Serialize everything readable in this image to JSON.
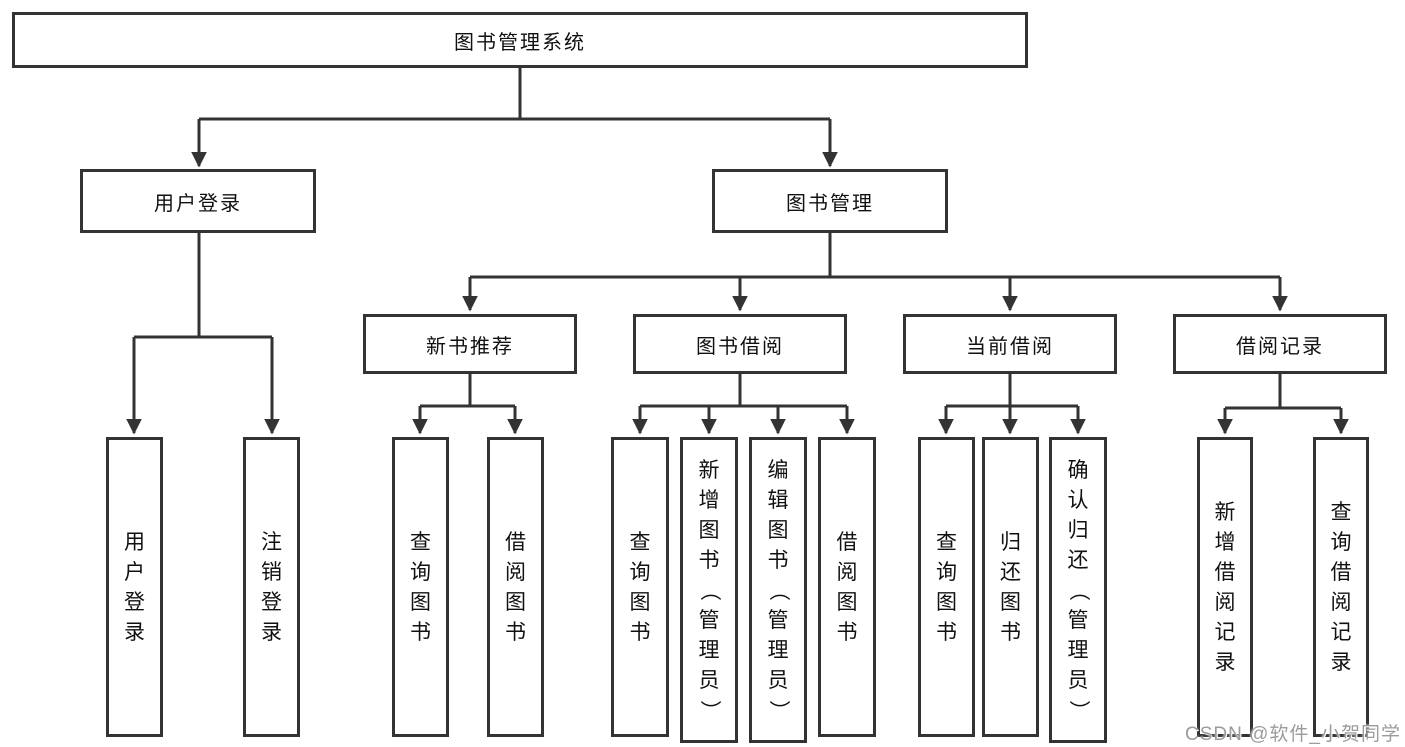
{
  "colors": {
    "line": "#333333",
    "box_border": "#333333",
    "text": "#111111",
    "watermark": "#9c9c9c",
    "background": "#ffffff"
  },
  "diagram": {
    "title": "图书管理系统",
    "branches": {
      "login": {
        "label": "用户登录",
        "children": [
          {
            "label": "用户登录"
          },
          {
            "label": "注销登录"
          }
        ]
      },
      "management": {
        "label": "图书管理",
        "categories": [
          {
            "label": "新书推荐",
            "children": [
              {
                "label": "查询图书"
              },
              {
                "label": "借阅图书"
              }
            ]
          },
          {
            "label": "图书借阅",
            "children": [
              {
                "label": "查询图书"
              },
              {
                "label": "新增图书（管理员）"
              },
              {
                "label": "编辑图书（管理员）"
              },
              {
                "label": "借阅图书"
              }
            ]
          },
          {
            "label": "当前借阅",
            "children": [
              {
                "label": "查询图书"
              },
              {
                "label": "归还图书"
              },
              {
                "label": "确认归还（管理员）"
              }
            ]
          },
          {
            "label": "借阅记录",
            "children": [
              {
                "label": "新增借阅记录"
              },
              {
                "label": "查询借阅记录"
              }
            ]
          }
        ]
      }
    },
    "watermark": "CSDN @软件_小贺同学"
  }
}
